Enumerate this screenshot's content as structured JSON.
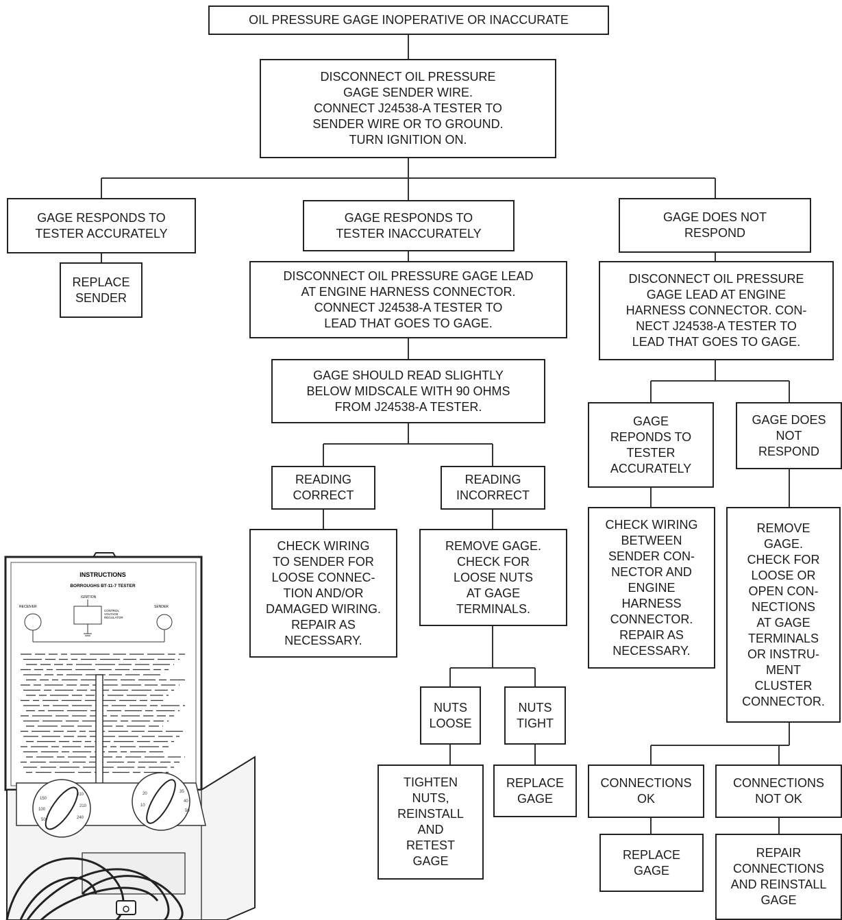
{
  "flowchart": {
    "title": "OIL PRESSURE GAGE INOPERATIVE OR INACCURATE",
    "step1": "DISCONNECT OIL PRESSURE\nGAGE SENDER WIRE.\nCONNECT J24538-A TESTER TO\nSENDER WIRE OR TO GROUND.\nTURN IGNITION ON.",
    "left": {
      "condition": "GAGE RESPONDS TO\nTESTER ACCURATELY",
      "action": "REPLACE\nSENDER"
    },
    "middle": {
      "condition": "GAGE RESPONDS TO\nTESTER INACCURATELY",
      "step": "DISCONNECT OIL PRESSURE GAGE LEAD\nAT ENGINE HARNESS CONNECTOR.\nCONNECT J24538-A TESTER TO\nLEAD THAT GOES TO GAGE.",
      "check": "GAGE SHOULD READ SLIGHTLY\nBELOW MIDSCALE WITH 90 OHMS\nFROM J24538-A TESTER.",
      "reading_correct": "READING\nCORRECT",
      "reading_incorrect": "READING\nINCORRECT",
      "correct_action": "CHECK WIRING\nTO SENDER FOR\nLOOSE CONNEC-\nTION AND/OR\nDAMAGED WIRING.\nREPAIR AS\nNECESSARY.",
      "incorrect_action": "REMOVE GAGE.\nCHECK FOR\nLOOSE NUTS\nAT GAGE\nTERMINALS.",
      "nuts_loose": "NUTS\nLOOSE",
      "nuts_tight": "NUTS\nTIGHT",
      "loose_action": "TIGHTEN\nNUTS,\nREINSTALL\nAND\nRETEST\nGAGE",
      "tight_action": "REPLACE\nGAGE"
    },
    "right": {
      "condition": "GAGE DOES NOT\nRESPOND",
      "step": "DISCONNECT OIL PRESSURE\nGAGE LEAD AT ENGINE\nHARNESS CONNECTOR. CON-\nNECT J24538-A TESTER TO\nLEAD THAT GOES TO GAGE.",
      "responds": "GAGE\nREPONDS TO\nTESTER\nACCURATELY",
      "not_respond": "GAGE DOES\nNOT\nRESPOND",
      "responds_action": "CHECK WIRING\nBETWEEN\nSENDER CON-\nNECTOR AND\nENGINE\nHARNESS\nCONNECTOR.\nREPAIR AS\nNECESSARY.",
      "not_respond_action": "REMOVE\nGAGE.\nCHECK FOR\nLOOSE OR\nOPEN CON-\nNECTIONS\nAT GAGE\nTERMINALS\nOR INSTRU-\nMENT\nCLUSTER\nCONNECTOR.",
      "connections_ok": "CONNECTIONS\nOK",
      "connections_not_ok": "CONNECTIONS\nNOT OK",
      "ok_action": "REPLACE\nGAGE",
      "not_ok_action": "REPAIR\nCONNECTIONS\nAND REINSTALL\nGAGE"
    }
  },
  "illustration": {
    "panel_title": "INSTRUCTIONS",
    "panel_subtitle": "BORROUGHS BT-11-7 TESTER",
    "label_receiver": "RECEIVER",
    "label_sender": "SENDER",
    "label_ignition": "IGNITION",
    "label_cvr": "CONTROL\nVOLTAGE\nREGULATOR"
  }
}
